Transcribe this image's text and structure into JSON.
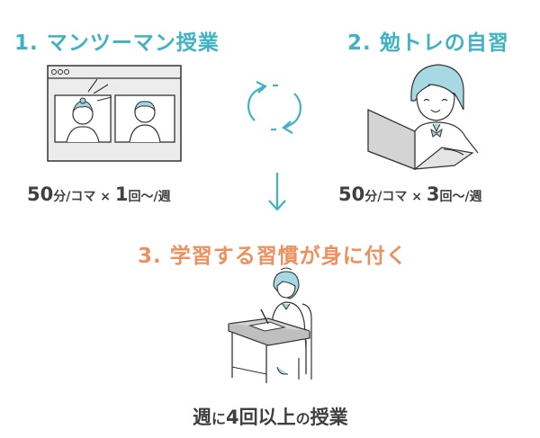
{
  "step1": {
    "title": "1. マンツーマン授業",
    "caption": {
      "minutes": "50",
      "unit": "分/コマ × ",
      "count": "1",
      "tail": "回〜/週"
    }
  },
  "step2": {
    "title": "2. 勉トレの自習",
    "caption": {
      "minutes": "50",
      "unit": "分/コマ × ",
      "count": "3",
      "tail": "回〜/週"
    }
  },
  "step3": {
    "title": "3. 学習する習慣が身に付く",
    "caption": {
      "pre": "週",
      "small": "に",
      "count": "4",
      "tail": "回以上",
      "small2": "の",
      "end": "授業"
    }
  },
  "icons": [
    "video-call-window-icon",
    "cycle-arrows-icon",
    "down-arrow-icon",
    "student-laptop-illustration",
    "student-desk-illustration"
  ],
  "colors": {
    "teal": "#3fb3c3",
    "orange": "#ee8f5e",
    "text": "#404040",
    "line": "#333333",
    "hair": "#a7d9e2"
  }
}
